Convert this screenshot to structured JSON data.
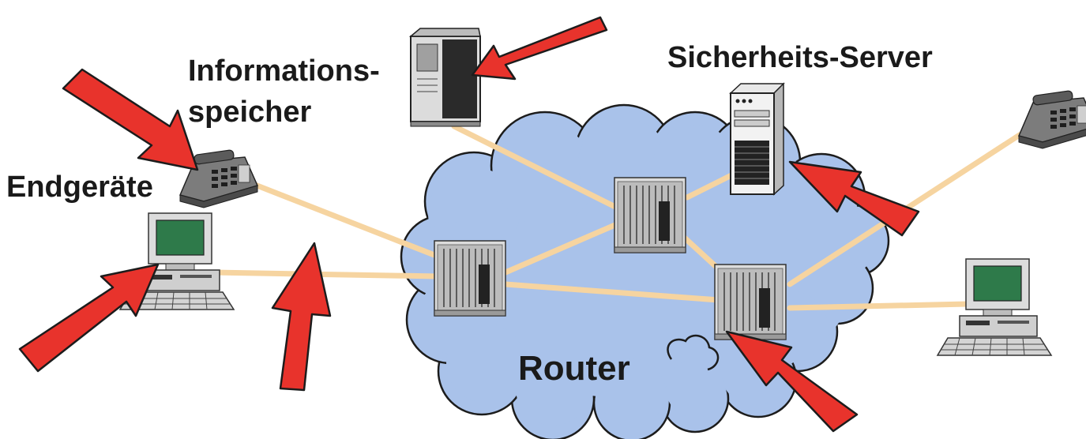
{
  "labels": {
    "information_store_line1": "Informations-",
    "information_store_line2": "speicher",
    "security_server": "Sicherheits-Server",
    "end_devices": "Endgeräte",
    "router": "Router"
  },
  "colors": {
    "cloud_fill": "#a9c2ea",
    "cloud_stroke": "#1c1c1c",
    "link": "#f6d4a0",
    "arrow": "#e8332c",
    "screen": "#2e7a4a",
    "device_body": "#d8d8d8"
  }
}
